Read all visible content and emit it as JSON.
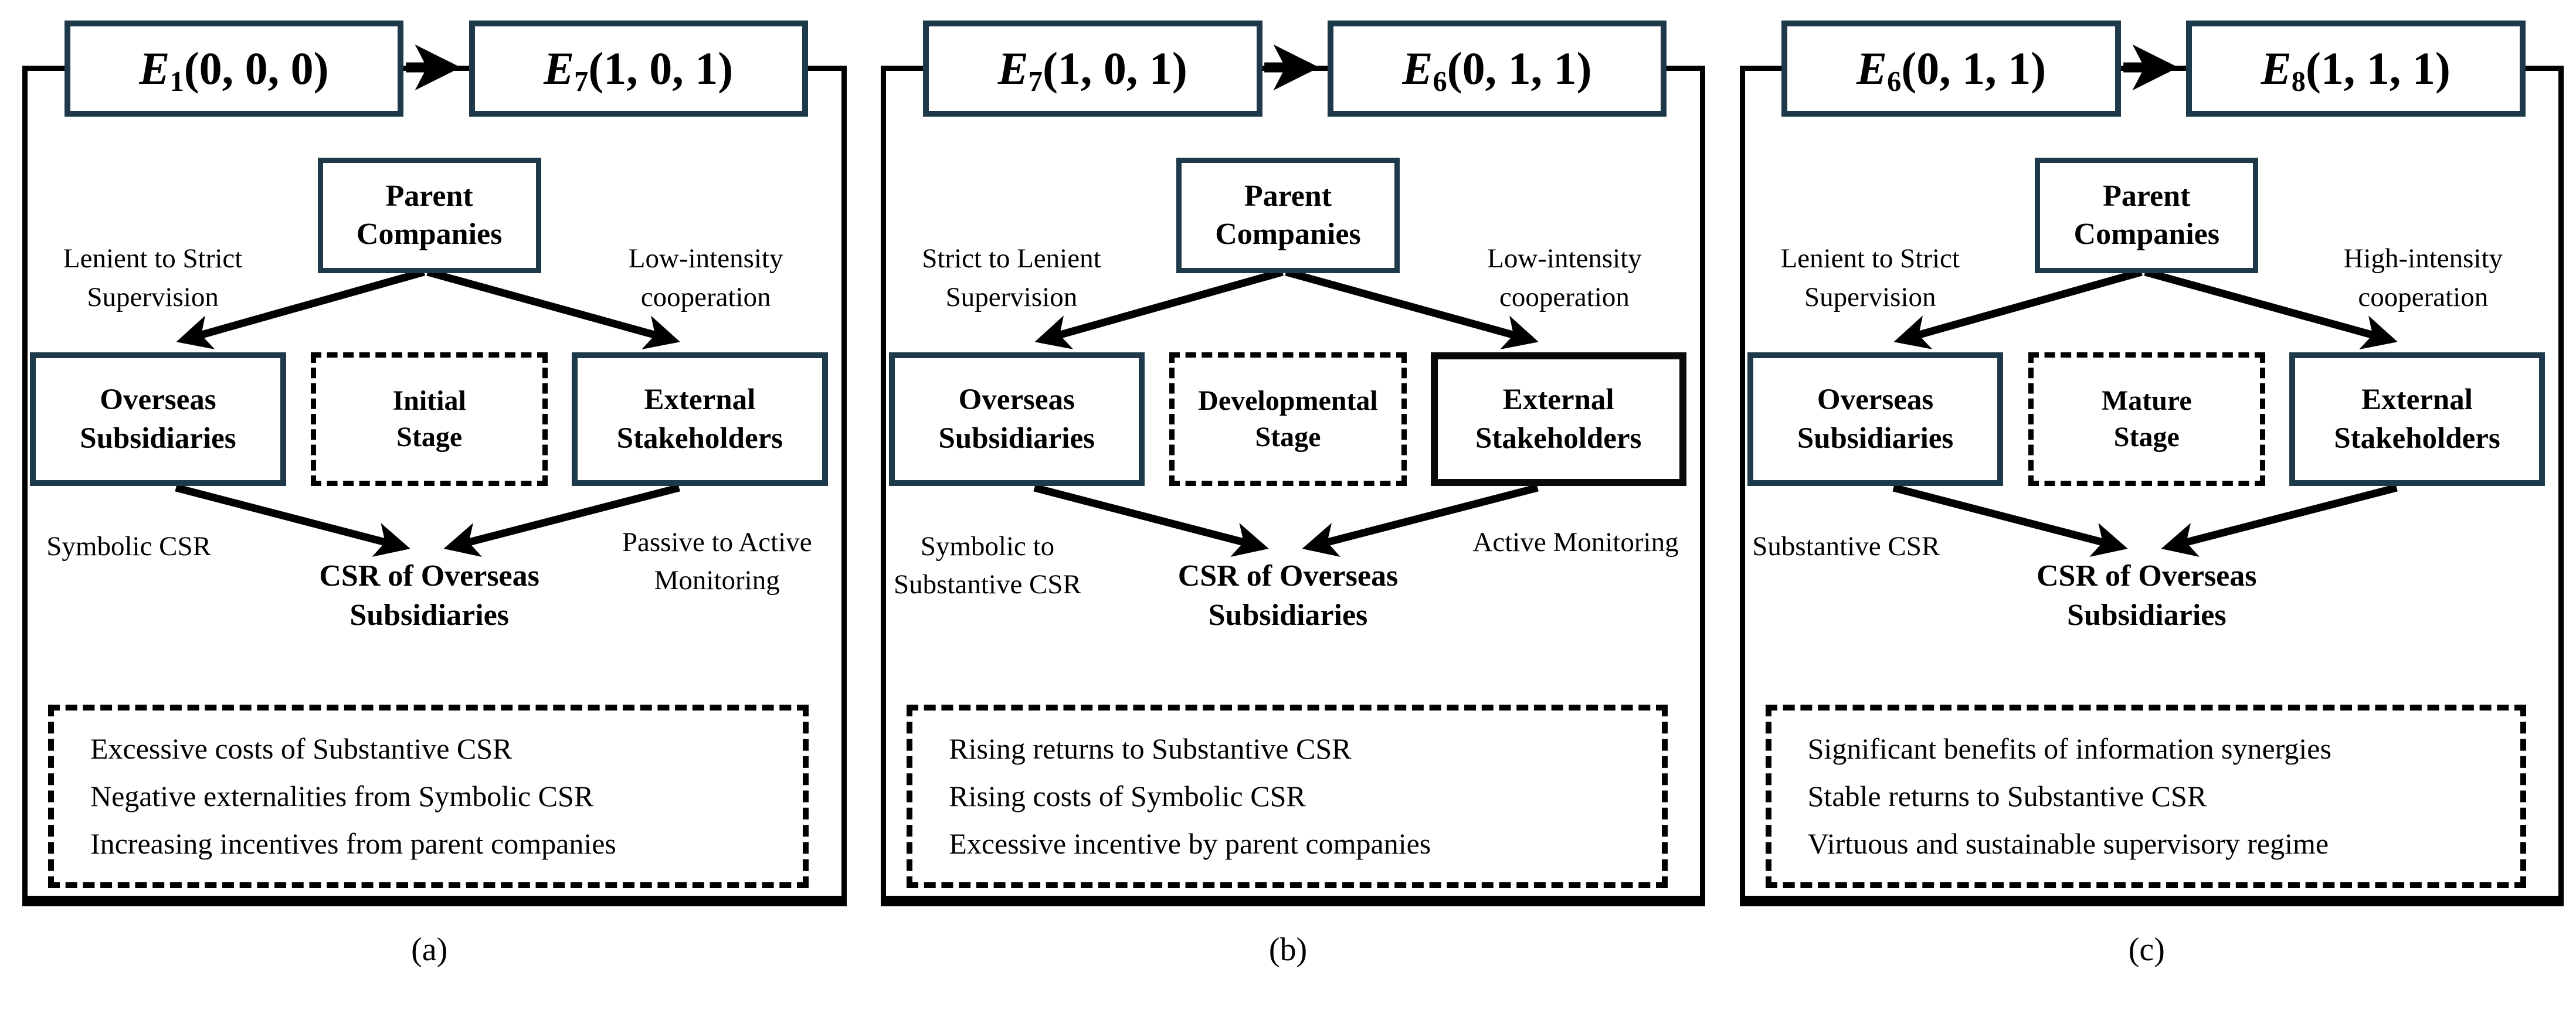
{
  "colors": {
    "accent": "#1e3a4a",
    "line": "#000000"
  },
  "panels": [
    {
      "caption": "(a)",
      "from": {
        "sym": "E",
        "sub": "1",
        "vec": "(0, 0, 0)"
      },
      "to": {
        "sym": "E",
        "sub": "7",
        "vec": "(1, 0, 1)"
      },
      "parent_box": "Parent Companies",
      "left_edge": "Lenient to Strict Supervision",
      "right_edge": "Low-intensity cooperation",
      "left_box": "Overseas Subsidiaries",
      "stage": [
        "Initial",
        "Stage"
      ],
      "right_box": "External Stakeholders",
      "bottom_left": "Symbolic CSR",
      "bottom_right": "Passive to Active Monitoring",
      "center": "CSR of Overseas Subsidiaries",
      "notes": [
        "Excessive costs of Substantive CSR",
        "Negative externalities from Symbolic CSR",
        "Increasing incentives from parent companies"
      ]
    },
    {
      "caption": "(b)",
      "from": {
        "sym": "E",
        "sub": "7",
        "vec": "(1, 0, 1)"
      },
      "to": {
        "sym": "E",
        "sub": "6",
        "vec": "(0, 1, 1)"
      },
      "parent_box": "Parent Companies",
      "left_edge": "Strict to Lenient Supervision",
      "right_edge": "Low-intensity cooperation",
      "left_box": "Overseas Subsidiaries",
      "stage": [
        "Developmental",
        "Stage"
      ],
      "right_box": "External Stakeholders",
      "bottom_left": "Symbolic to Substantive CSR",
      "bottom_right": "Active Monitoring",
      "center": "CSR of Overseas Subsidiaries",
      "notes": [
        "Rising returns to Substantive CSR",
        "Rising costs of Symbolic CSR",
        "Excessive incentive by parent companies"
      ]
    },
    {
      "caption": "(c)",
      "from": {
        "sym": "E",
        "sub": "6",
        "vec": "(0, 1, 1)"
      },
      "to": {
        "sym": "E",
        "sub": "8",
        "vec": "(1, 1, 1)"
      },
      "parent_box": "Parent Companies",
      "left_edge": "Lenient to Strict Supervision",
      "right_edge": "High-intensity cooperation",
      "left_box": "Overseas Subsidiaries",
      "stage": [
        "Mature",
        "Stage"
      ],
      "right_box": "External Stakeholders",
      "bottom_left": "Substantive CSR",
      "bottom_right": "",
      "center": "CSR of Overseas Subsidiaries",
      "notes": [
        "Significant benefits of information synergies",
        "Stable returns to Substantive CSR",
        "Virtuous and sustainable supervisory regime"
      ]
    }
  ]
}
